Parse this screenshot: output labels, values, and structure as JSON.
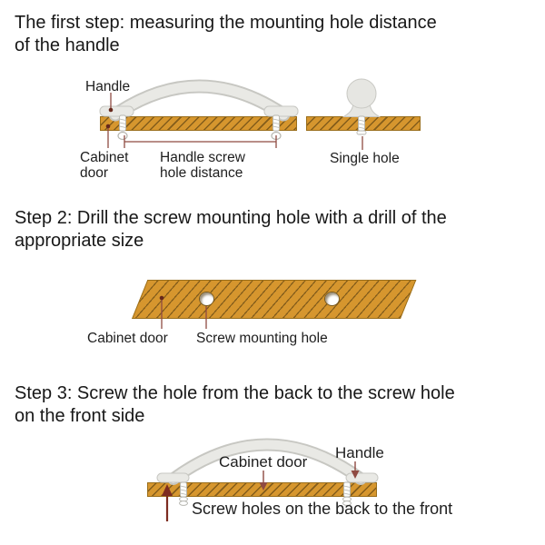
{
  "steps": [
    {
      "title_line1": "The first step: measuring the mounting hole distance",
      "title_line2": "of the handle"
    },
    {
      "title_line1": "Step 2: Drill the screw mounting hole with a drill of the",
      "title_line2": "appropriate size"
    },
    {
      "title_line1": "Step 3: Screw the hole from the back to the screw hole",
      "title_line2": "on the front side"
    }
  ],
  "diagram1": {
    "handle_label": "Handle",
    "cabinet_door_label": "Cabinet door",
    "screw_distance_label": "Handle screw hole distance",
    "single_hole_label": "Single hole"
  },
  "diagram2": {
    "cabinet_door_label": "Cabinet door",
    "screw_hole_label": "Screw mounting hole"
  },
  "diagram3": {
    "cabinet_door_label": "Cabinet door",
    "handle_label": "Handle",
    "screw_holes_label": "Screw holes on the back to the front"
  },
  "colors": {
    "wood": "#d6962e",
    "wood_edge": "#9a6e1b",
    "hatch": "#684a15",
    "handle_fill": "#e9e9e5",
    "handle_edge": "#c7c7c2",
    "pointer_line": "#8f4a42",
    "pointer_dot": "#66281c",
    "arrow_red": "#7d2c21",
    "text": "#1e1e1e"
  }
}
